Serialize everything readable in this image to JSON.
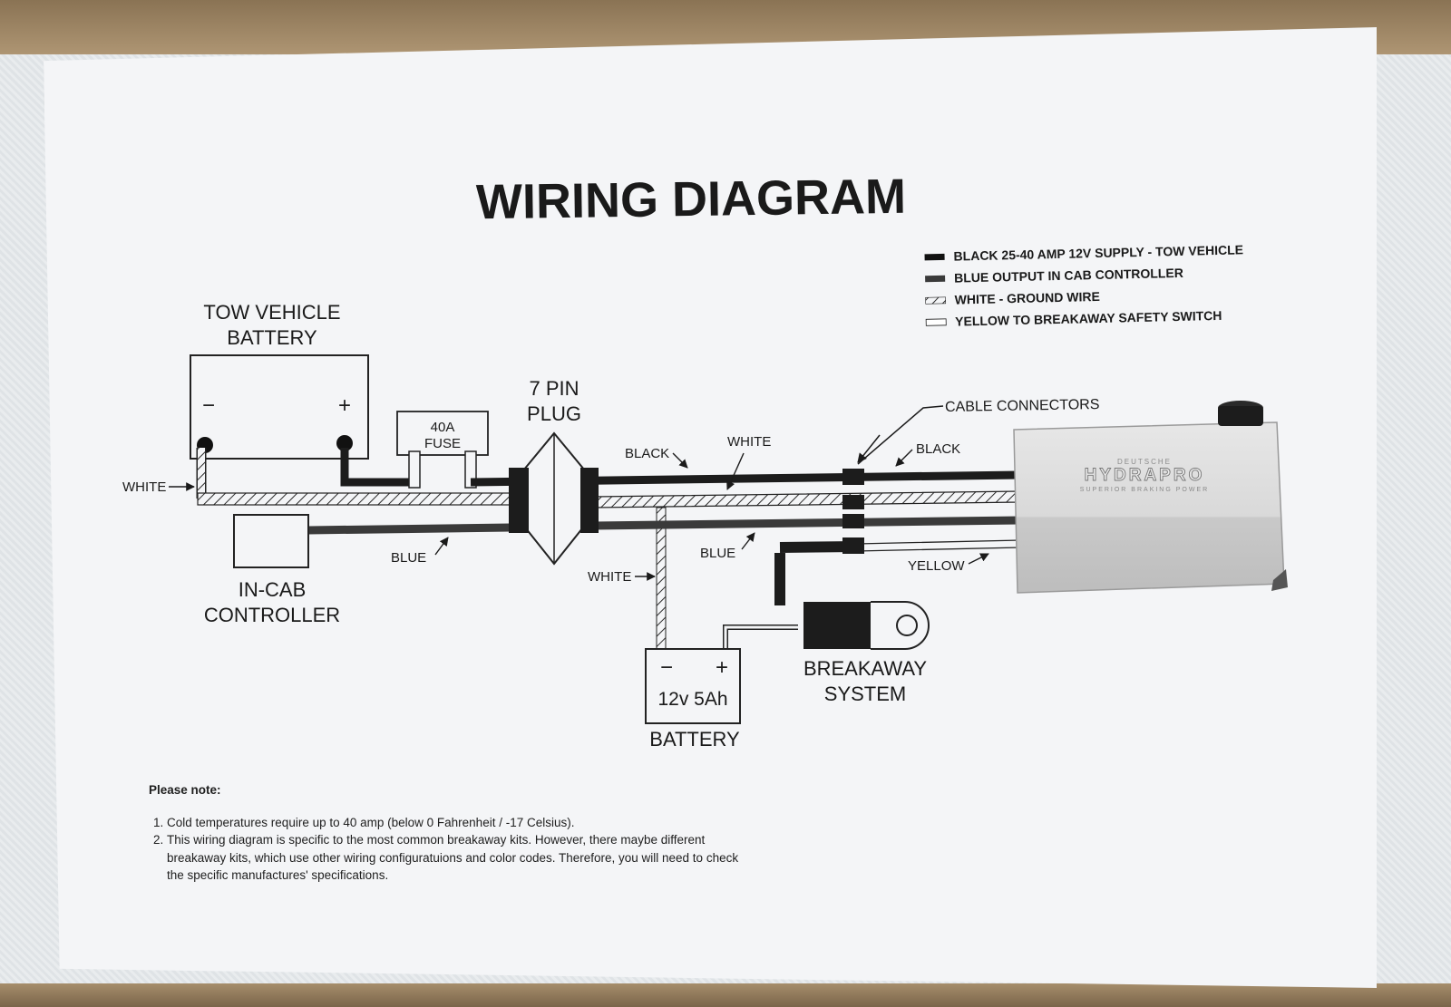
{
  "title": "WIRING DIAGRAM",
  "legend": [
    {
      "label": "BLACK 25-40 AMP 12V SUPPLY - TOW VEHICLE",
      "style": "black"
    },
    {
      "label": "BLUE OUTPUT IN CAB CONTROLLER",
      "style": "blue"
    },
    {
      "label": "WHITE - GROUND WIRE",
      "style": "hatched"
    },
    {
      "label": "YELLOW TO BREAKAWAY SAFETY SWITCH",
      "style": "outline"
    }
  ],
  "components": {
    "tow_battery": {
      "line1": "TOW VEHICLE",
      "line2": "BATTERY",
      "minus": "−",
      "plus": "+"
    },
    "fuse": {
      "line1": "40A",
      "line2": "FUSE"
    },
    "plug": {
      "line1": "7 PIN",
      "line2": "PLUG"
    },
    "controller": {
      "line1": "IN-CAB",
      "line2": "CONTROLLER"
    },
    "small_battery": {
      "minus": "−",
      "plus": "+",
      "rating": "12v 5Ah",
      "label": "BATTERY"
    },
    "breakaway": {
      "line1": "BREAKAWAY",
      "line2": "SYSTEM"
    },
    "cable_connectors": "CABLE CONNECTORS",
    "hydrapro": {
      "small": "DEUTSCHE",
      "brand": "HYDRAPRO",
      "tagline": "SUPERIOR BRAKING POWER"
    }
  },
  "wire_labels": {
    "white_left": "WHITE",
    "black_mid": "BLACK",
    "white_mid": "WHITE",
    "blue_left": "BLUE",
    "white_down": "WHITE",
    "blue_mid": "BLUE",
    "black_right": "BLACK",
    "yellow": "YELLOW"
  },
  "notes": {
    "heading": "Please note:",
    "items": [
      "Cold temperatures require up to 40 amp (below 0 Fahrenheit / -17 Celsius).",
      "This wiring diagram is specific to the most common breakaway kits. However, there maybe different breakaway kits, which use other wiring configuratuions and color codes. Therefore, you will need to check the specific manufactures' specifications."
    ]
  },
  "colors": {
    "black_wire": "#1c1c1c",
    "blue_wire": "#3a3a3a",
    "paper": "#f4f5f7"
  }
}
